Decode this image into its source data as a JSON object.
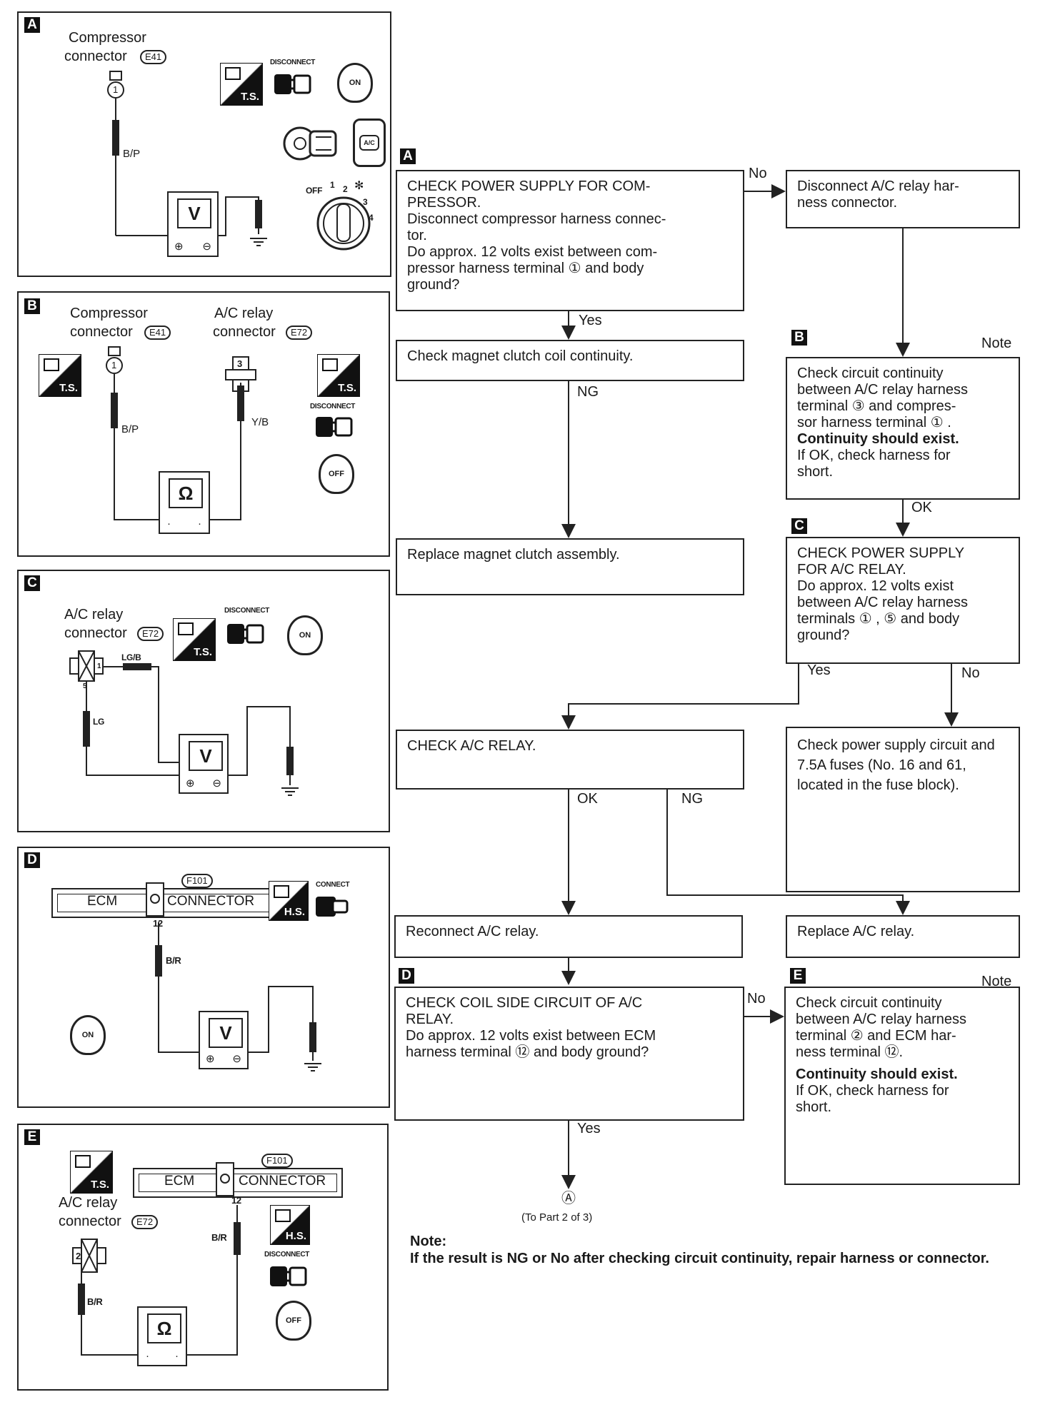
{
  "panels": {
    "A": {
      "letter": "A",
      "compressor_label": "Compressor",
      "connector_label": "connector",
      "connector_id": "E41",
      "pin": "1",
      "wire": "B/P",
      "meter": "V",
      "ts": "T.S.",
      "disconnect": "DISCONNECT",
      "key": "ON",
      "knob_off": "OFF",
      "knob_1": "1",
      "knob_2": "2",
      "knob_3": "3",
      "knob_4": "4",
      "ac_button": "A/C"
    },
    "B": {
      "letter": "B",
      "compressor_label": "Compressor",
      "connector_label": "connector",
      "connector_id": "E41",
      "relay_label": "A/C  relay",
      "relay_connector_label": "connector",
      "relay_connector_id": "E72",
      "pin_left": "1",
      "pin_right": "3",
      "wire_left": "B/P",
      "wire_right": "Y/B",
      "meter": "Ω",
      "ts": "T.S.",
      "disconnect": "DISCONNECT",
      "key": "OFF"
    },
    "C": {
      "letter": "C",
      "relay_label": "A/C relay",
      "connector_label": "connector",
      "connector_id": "E72",
      "pin1": "1",
      "pin5": "5",
      "wire1": "LG/B",
      "wire5": "LG",
      "meter": "V",
      "ts": "T.S.",
      "disconnect": "DISCONNECT",
      "key": "ON"
    },
    "D": {
      "letter": "D",
      "connector_id": "F101",
      "ecm": "ECM",
      "connector_word": "CONNECTOR",
      "pin": "12",
      "wire": "B/R",
      "meter": "V",
      "hs": "H.S.",
      "connect": "CONNECT",
      "key": "ON"
    },
    "E": {
      "letter": "E",
      "connector_id": "F101",
      "ecm": "ECM",
      "connector_word": "CONNECTOR",
      "relay_label": "A/C relay",
      "relay_connector_label": "connector",
      "relay_connector_id": "E72",
      "pin_ecm": "12",
      "pin_relay": "2",
      "wire_ecm": "B/R",
      "wire_relay": "B/R",
      "meter": "Ω",
      "ts": "T.S.",
      "hs": "H.S.",
      "disconnect": "DISCONNECT",
      "key": "OFF"
    }
  },
  "flow": {
    "box_a": {
      "label": "A",
      "text": "CHECK POWER SUPPLY FOR COM-\nPRESSOR.\nDisconnect compressor harness connec-\ntor.\nDo approx. 12 volts exist between com-\npressor harness terminal ① and body\nground?"
    },
    "box_disconnect": {
      "text": "Disconnect A/C relay har-\nness connector."
    },
    "box_magnet": {
      "text": "Check magnet clutch coil continuity."
    },
    "box_replace_magnet": {
      "text": "Replace magnet clutch assembly."
    },
    "box_b": {
      "label": "B",
      "note": "Note",
      "text_1": "Check circuit continuity\nbetween A/C relay harness\nterminal ③ and compres-\nsor harness terminal ① .",
      "bold": "Continuity should exist.",
      "text_2": "If OK, check harness for\nshort."
    },
    "box_c": {
      "label": "C",
      "text": "CHECK POWER SUPPLY\nFOR A/C RELAY.\nDo approx. 12 volts exist\nbetween A/C relay harness\nterminals ① , ⑤ and body\nground?"
    },
    "box_check_relay": {
      "text": "CHECK A/C RELAY."
    },
    "box_power_circuit": {
      "text": "Check power supply circuit and 7.5A fuses (No. 16 and 61, located in the fuse block)."
    },
    "box_reconnect": {
      "text": "Reconnect A/C relay."
    },
    "box_replace_relay": {
      "text": "Replace A/C relay."
    },
    "box_d": {
      "label": "D",
      "text": "CHECK COIL SIDE CIRCUIT OF A/C\nRELAY.\nDo approx. 12 volts exist between ECM\nharness terminal ⑫ and body ground?"
    },
    "box_e": {
      "label": "E",
      "note": "Note",
      "text_1": "Check circuit continuity\nbetween A/C relay harness\nterminal ② and ECM har-\nness terminal ⑫.",
      "bold": "Continuity should exist.",
      "text_2": "If OK, check harness for\nshort."
    },
    "labels": {
      "no_a": "No",
      "yes_a": "Yes",
      "ng_magnet": "NG",
      "ok_b": "OK",
      "yes_c": "Yes",
      "no_c": "No",
      "ok_relay": "OK",
      "ng_relay": "NG",
      "no_d": "No",
      "yes_d": "Yes"
    },
    "end_symbol": "Ⓐ",
    "end_text": "(To Part 2 of 3)",
    "note_title": "Note:",
    "note_text": "If the result is NG or No after checking circuit continuity, repair harness or connector."
  }
}
